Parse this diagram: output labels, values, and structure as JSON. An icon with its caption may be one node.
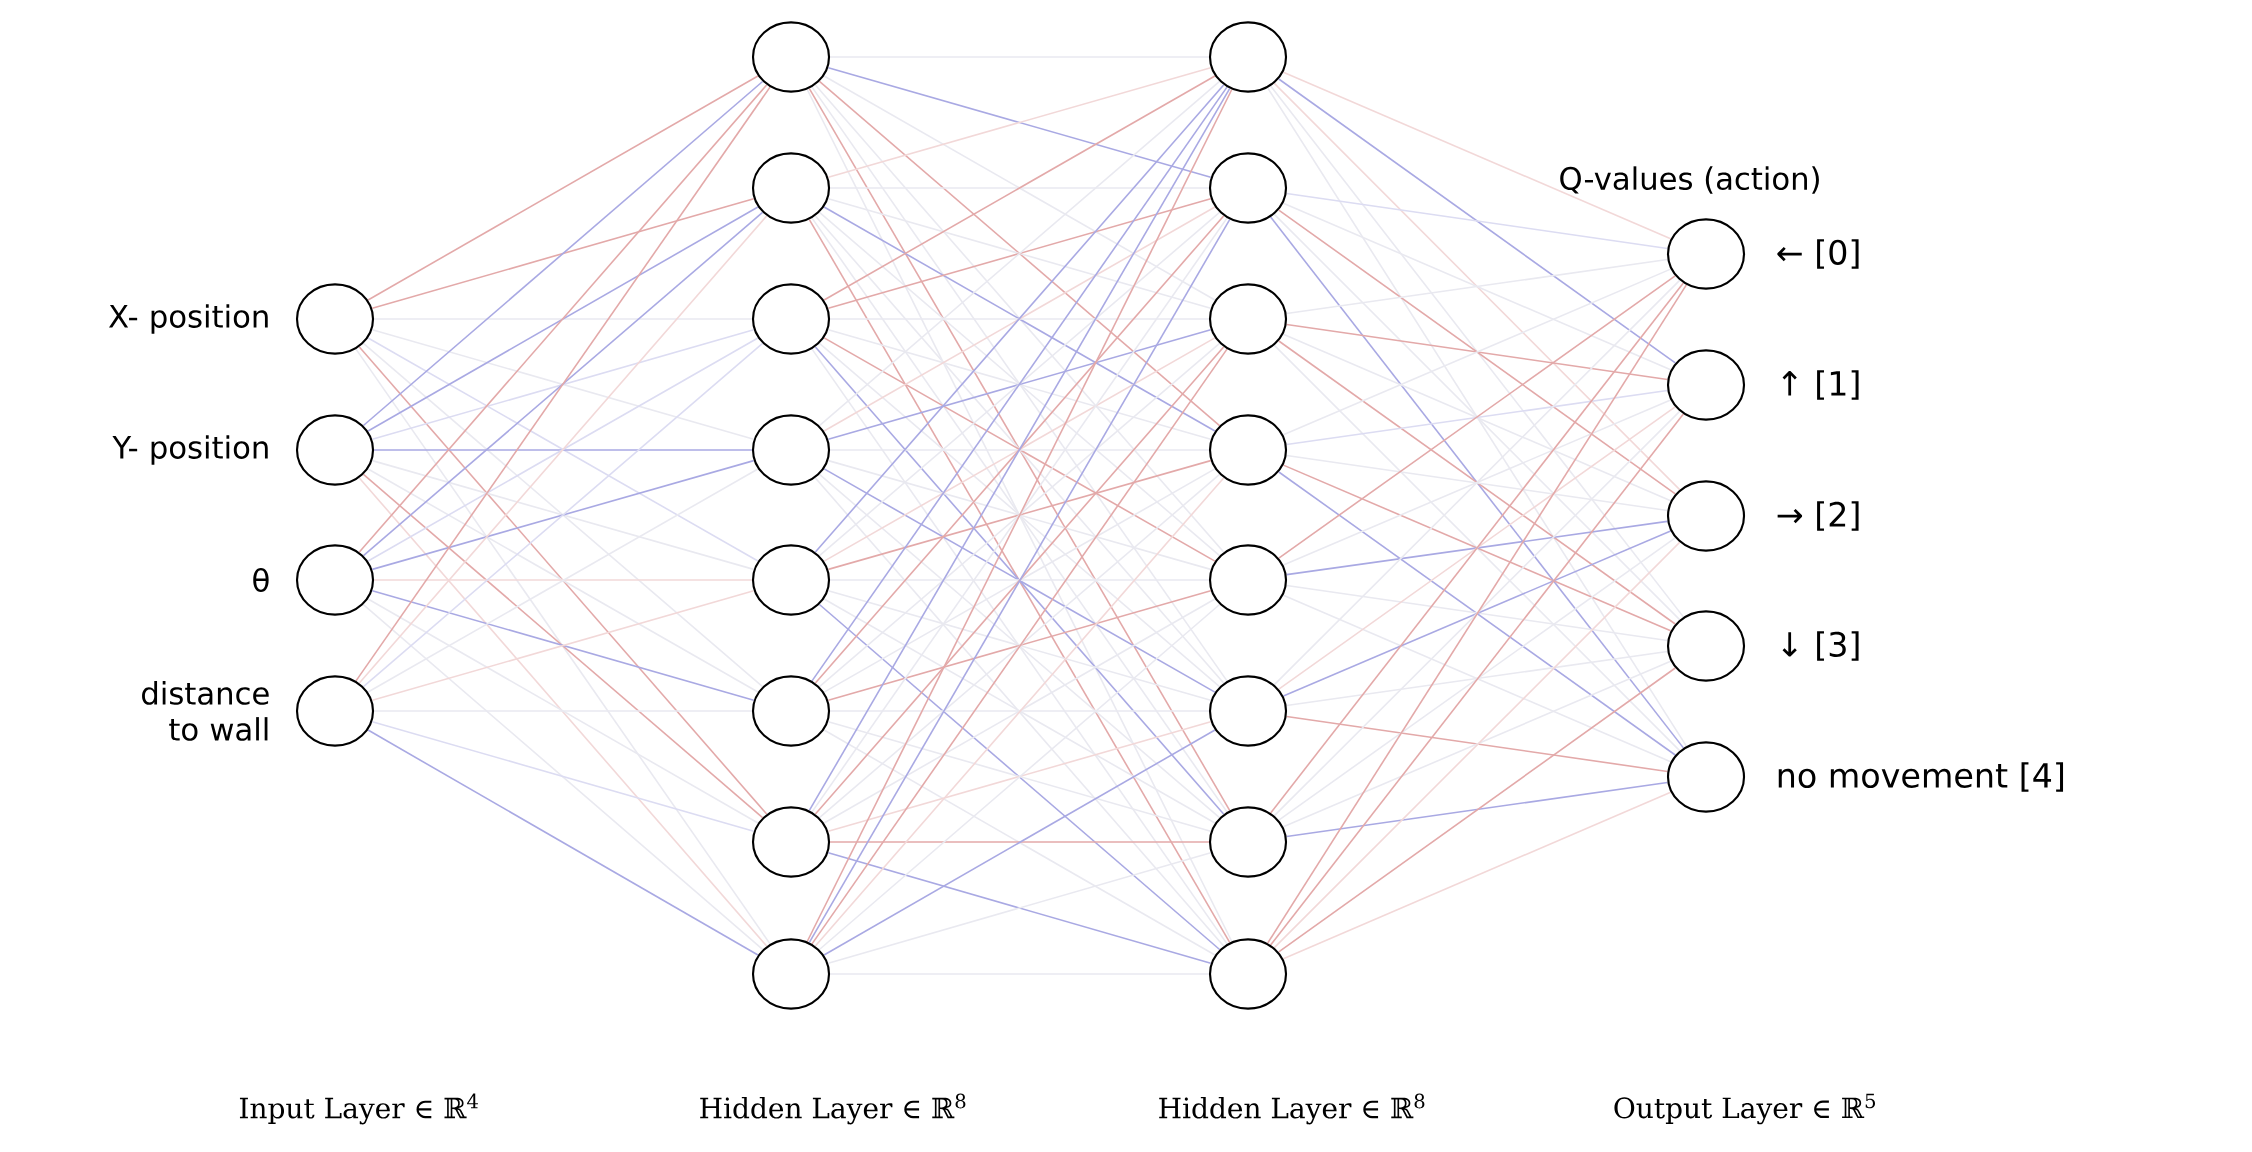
{
  "diagram": {
    "nodes": [
      {
        "text": [],
        "shape": "circle",
        "beside": [
          "X- position"
        ]
      },
      {
        "text": [],
        "shape": "circle",
        "beside": [
          "Y- position"
        ]
      },
      {
        "text": [],
        "shape": "circle",
        "beside": [
          "θ"
        ]
      },
      {
        "text": [],
        "shape": "circle",
        "beside": [
          "distance to wall"
        ]
      },
      {
        "text": [],
        "shape": "circle"
      },
      {
        "text": [],
        "shape": "circle"
      },
      {
        "text": [],
        "shape": "circle"
      },
      {
        "text": [],
        "shape": "circle"
      },
      {
        "text": [],
        "shape": "circle"
      },
      {
        "text": [],
        "shape": "circle"
      },
      {
        "text": [],
        "shape": "circle"
      },
      {
        "text": [],
        "shape": "circle"
      },
      {
        "text": [],
        "shape": "circle"
      },
      {
        "text": [],
        "shape": "circle"
      },
      {
        "text": [],
        "shape": "circle"
      },
      {
        "text": [],
        "shape": "circle"
      },
      {
        "text": [],
        "shape": "circle"
      },
      {
        "text": [],
        "shape": "circle"
      },
      {
        "text": [],
        "shape": "circle"
      },
      {
        "text": [],
        "shape": "circle"
      },
      {
        "text": [],
        "shape": "circle",
        "beside": [
          "← [0]"
        ]
      },
      {
        "text": [],
        "shape": "circle",
        "beside": [
          "↑ [1]"
        ]
      },
      {
        "text": [],
        "shape": "circle",
        "beside": [
          "→ [2]"
        ]
      },
      {
        "text": [],
        "shape": "circle",
        "beside": [
          "↓ [3]"
        ]
      },
      {
        "text": [],
        "shape": "circle",
        "beside": [
          "no movement [4]"
        ]
      }
    ],
    "edges": [
      {
        "from": 0,
        "to": 4,
        "arrow": "none",
        "color": "#e3a9a9"
      },
      {
        "from": 0,
        "to": 5,
        "arrow": "none",
        "color": "#e3a9a9"
      },
      {
        "from": 0,
        "to": 6,
        "arrow": "none"
      },
      {
        "from": 0,
        "to": 7,
        "arrow": "none"
      },
      {
        "from": 0,
        "to": 8,
        "arrow": "none",
        "color": "#dcdcf2"
      },
      {
        "from": 0,
        "to": 9,
        "arrow": "none"
      },
      {
        "from": 0,
        "to": 10,
        "arrow": "none",
        "color": "#e3a9a9"
      },
      {
        "from": 0,
        "to": 11,
        "arrow": "none"
      },
      {
        "from": 1,
        "to": 4,
        "arrow": "none",
        "color": "#a9a9e3"
      },
      {
        "from": 1,
        "to": 5,
        "arrow": "none",
        "color": "#a9a9e3"
      },
      {
        "from": 1,
        "to": 6,
        "arrow": "none",
        "color": "#dcdcf2"
      },
      {
        "from": 1,
        "to": 7,
        "arrow": "none",
        "color": "#a9a9e3"
      },
      {
        "from": 1,
        "to": 8,
        "arrow": "none"
      },
      {
        "from": 1,
        "to": 9,
        "arrow": "none"
      },
      {
        "from": 1,
        "to": 10,
        "arrow": "none",
        "color": "#e3a9a9"
      },
      {
        "from": 1,
        "to": 11,
        "arrow": "none",
        "color": "#f2d8d8"
      },
      {
        "from": 2,
        "to": 4,
        "arrow": "none",
        "color": "#e3a9a9"
      },
      {
        "from": 2,
        "to": 5,
        "arrow": "none",
        "color": "#a9a9e3"
      },
      {
        "from": 2,
        "to": 6,
        "arrow": "none",
        "color": "#dcdcf2"
      },
      {
        "from": 2,
        "to": 7,
        "arrow": "none",
        "color": "#a9a9e3"
      },
      {
        "from": 2,
        "to": 8,
        "arrow": "none",
        "color": "#f2d8d8"
      },
      {
        "from": 2,
        "to": 9,
        "arrow": "none",
        "color": "#a9a9e3"
      },
      {
        "from": 2,
        "to": 10,
        "arrow": "none"
      },
      {
        "from": 2,
        "to": 11,
        "arrow": "none"
      },
      {
        "from": 3,
        "to": 4,
        "arrow": "none",
        "color": "#e3a9a9"
      },
      {
        "from": 3,
        "to": 5,
        "arrow": "none",
        "color": "#f2d8d8"
      },
      {
        "from": 3,
        "to": 6,
        "arrow": "none",
        "color": "#dcdcf2"
      },
      {
        "from": 3,
        "to": 7,
        "arrow": "none"
      },
      {
        "from": 3,
        "to": 8,
        "arrow": "none",
        "color": "#f2d8d8"
      },
      {
        "from": 3,
        "to": 9,
        "arrow": "none"
      },
      {
        "from": 3,
        "to": 10,
        "arrow": "none",
        "color": "#dcdcf2"
      },
      {
        "from": 3,
        "to": 11,
        "arrow": "none",
        "color": "#a9a9e3"
      },
      {
        "from": 4,
        "to": 12,
        "arrow": "none"
      },
      {
        "from": 4,
        "to": 13,
        "arrow": "none",
        "color": "#a9a9e3"
      },
      {
        "from": 4,
        "to": 14,
        "arrow": "none"
      },
      {
        "from": 4,
        "to": 15,
        "arrow": "none",
        "color": "#e3a9a9"
      },
      {
        "from": 4,
        "to": 16,
        "arrow": "none"
      },
      {
        "from": 4,
        "to": 17,
        "arrow": "none"
      },
      {
        "from": 4,
        "to": 18,
        "arrow": "none",
        "color": "#e3a9a9"
      },
      {
        "from": 4,
        "to": 19,
        "arrow": "none"
      },
      {
        "from": 5,
        "to": 12,
        "arrow": "none",
        "color": "#f2d8d8"
      },
      {
        "from": 5,
        "to": 13,
        "arrow": "none"
      },
      {
        "from": 5,
        "to": 14,
        "arrow": "none"
      },
      {
        "from": 5,
        "to": 15,
        "arrow": "none",
        "color": "#a9a9e3"
      },
      {
        "from": 5,
        "to": 16,
        "arrow": "none"
      },
      {
        "from": 5,
        "to": 17,
        "arrow": "none"
      },
      {
        "from": 5,
        "to": 18,
        "arrow": "none"
      },
      {
        "from": 5,
        "to": 19,
        "arrow": "none",
        "color": "#e3a9a9"
      },
      {
        "from": 6,
        "to": 12,
        "arrow": "none",
        "color": "#e3a9a9"
      },
      {
        "from": 6,
        "to": 13,
        "arrow": "none",
        "color": "#e3a9a9"
      },
      {
        "from": 6,
        "to": 14,
        "arrow": "none"
      },
      {
        "from": 6,
        "to": 15,
        "arrow": "none"
      },
      {
        "from": 6,
        "to": 16,
        "arrow": "none",
        "color": "#e3a9a9"
      },
      {
        "from": 6,
        "to": 17,
        "arrow": "none"
      },
      {
        "from": 6,
        "to": 18,
        "arrow": "none",
        "color": "#a9a9e3"
      },
      {
        "from": 6,
        "to": 19,
        "arrow": "none"
      },
      {
        "from": 7,
        "to": 12,
        "arrow": "none"
      },
      {
        "from": 7,
        "to": 13,
        "arrow": "none",
        "color": "#f2d8d8"
      },
      {
        "from": 7,
        "to": 14,
        "arrow": "none",
        "color": "#a9a9e3"
      },
      {
        "from": 7,
        "to": 15,
        "arrow": "none"
      },
      {
        "from": 7,
        "to": 16,
        "arrow": "none"
      },
      {
        "from": 7,
        "to": 17,
        "arrow": "none",
        "color": "#a9a9e3"
      },
      {
        "from": 7,
        "to": 18,
        "arrow": "none"
      },
      {
        "from": 7,
        "to": 19,
        "arrow": "none"
      },
      {
        "from": 8,
        "to": 12,
        "arrow": "none",
        "color": "#a9a9e3"
      },
      {
        "from": 8,
        "to": 13,
        "arrow": "none"
      },
      {
        "from": 8,
        "to": 14,
        "arrow": "none",
        "color": "#f2d8d8"
      },
      {
        "from": 8,
        "to": 15,
        "arrow": "none",
        "color": "#e3a9a9"
      },
      {
        "from": 8,
        "to": 16,
        "arrow": "none"
      },
      {
        "from": 8,
        "to": 17,
        "arrow": "none"
      },
      {
        "from": 8,
        "to": 18,
        "arrow": "none"
      },
      {
        "from": 8,
        "to": 19,
        "arrow": "none",
        "color": "#a9a9e3"
      },
      {
        "from": 9,
        "to": 12,
        "arrow": "none",
        "color": "#a9a9e3"
      },
      {
        "from": 9,
        "to": 13,
        "arrow": "none",
        "color": "#e3a9a9"
      },
      {
        "from": 9,
        "to": 14,
        "arrow": "none"
      },
      {
        "from": 9,
        "to": 15,
        "arrow": "none"
      },
      {
        "from": 9,
        "to": 16,
        "arrow": "none",
        "color": "#e3a9a9"
      },
      {
        "from": 9,
        "to": 17,
        "arrow": "none"
      },
      {
        "from": 9,
        "to": 18,
        "arrow": "none"
      },
      {
        "from": 9,
        "to": 19,
        "arrow": "none"
      },
      {
        "from": 10,
        "to": 12,
        "arrow": "none",
        "color": "#a9a9e3"
      },
      {
        "from": 10,
        "to": 13,
        "arrow": "none"
      },
      {
        "from": 10,
        "to": 14,
        "arrow": "none",
        "color": "#e3a9a9"
      },
      {
        "from": 10,
        "to": 15,
        "arrow": "none"
      },
      {
        "from": 10,
        "to": 16,
        "arrow": "none"
      },
      {
        "from": 10,
        "to": 17,
        "arrow": "none",
        "color": "#f2d8d8"
      },
      {
        "from": 10,
        "to": 18,
        "arrow": "none",
        "color": "#e3a9a9"
      },
      {
        "from": 10,
        "to": 19,
        "arrow": "none",
        "color": "#a9a9e3"
      },
      {
        "from": 11,
        "to": 12,
        "arrow": "none",
        "color": "#e3a9a9"
      },
      {
        "from": 11,
        "to": 13,
        "arrow": "none",
        "color": "#a9a9e3"
      },
      {
        "from": 11,
        "to": 14,
        "arrow": "none",
        "color": "#e3a9a9"
      },
      {
        "from": 11,
        "to": 15,
        "arrow": "none",
        "color": "#f2d8d8"
      },
      {
        "from": 11,
        "to": 16,
        "arrow": "none"
      },
      {
        "from": 11,
        "to": 17,
        "arrow": "none",
        "color": "#a9a9e3"
      },
      {
        "from": 11,
        "to": 18,
        "arrow": "none"
      },
      {
        "from": 11,
        "to": 19,
        "arrow": "none"
      },
      {
        "from": 12,
        "to": 20,
        "arrow": "none",
        "color": "#f2d8d8"
      },
      {
        "from": 12,
        "to": 21,
        "arrow": "none",
        "color": "#a9a9e3"
      },
      {
        "from": 12,
        "to": 22,
        "arrow": "none",
        "color": "#f2d8d8"
      },
      {
        "from": 12,
        "to": 23,
        "arrow": "none"
      },
      {
        "from": 12,
        "to": 24,
        "arrow": "none"
      },
      {
        "from": 13,
        "to": 20,
        "arrow": "none",
        "color": "#dcdcf2"
      },
      {
        "from": 13,
        "to": 21,
        "arrow": "none"
      },
      {
        "from": 13,
        "to": 22,
        "arrow": "none",
        "color": "#e3a9a9"
      },
      {
        "from": 13,
        "to": 23,
        "arrow": "none"
      },
      {
        "from": 13,
        "to": 24,
        "arrow": "none",
        "color": "#a9a9e3"
      },
      {
        "from": 14,
        "to": 20,
        "arrow": "none"
      },
      {
        "from": 14,
        "to": 21,
        "arrow": "none",
        "color": "#e3a9a9"
      },
      {
        "from": 14,
        "to": 22,
        "arrow": "none"
      },
      {
        "from": 14,
        "to": 23,
        "arrow": "none",
        "color": "#e3a9a9"
      },
      {
        "from": 14,
        "to": 24,
        "arrow": "none"
      },
      {
        "from": 15,
        "to": 20,
        "arrow": "none"
      },
      {
        "from": 15,
        "to": 21,
        "arrow": "none",
        "color": "#dcdcf2"
      },
      {
        "from": 15,
        "to": 22,
        "arrow": "none"
      },
      {
        "from": 15,
        "to": 23,
        "arrow": "none",
        "color": "#e3a9a9"
      },
      {
        "from": 15,
        "to": 24,
        "arrow": "none",
        "color": "#a9a9e3"
      },
      {
        "from": 16,
        "to": 20,
        "arrow": "none",
        "color": "#e3a9a9"
      },
      {
        "from": 16,
        "to": 21,
        "arrow": "none"
      },
      {
        "from": 16,
        "to": 22,
        "arrow": "none",
        "color": "#a9a9e3"
      },
      {
        "from": 16,
        "to": 23,
        "arrow": "none"
      },
      {
        "from": 16,
        "to": 24,
        "arrow": "none"
      },
      {
        "from": 17,
        "to": 20,
        "arrow": "none"
      },
      {
        "from": 17,
        "to": 21,
        "arrow": "none",
        "color": "#f2d8d8"
      },
      {
        "from": 17,
        "to": 22,
        "arrow": "none",
        "color": "#a9a9e3"
      },
      {
        "from": 17,
        "to": 23,
        "arrow": "none"
      },
      {
        "from": 17,
        "to": 24,
        "arrow": "none",
        "color": "#e3a9a9"
      },
      {
        "from": 18,
        "to": 20,
        "arrow": "none",
        "color": "#e3a9a9"
      },
      {
        "from": 18,
        "to": 21,
        "arrow": "none"
      },
      {
        "from": 18,
        "to": 22,
        "arrow": "none"
      },
      {
        "from": 18,
        "to": 23,
        "arrow": "none"
      },
      {
        "from": 18,
        "to": 24,
        "arrow": "none",
        "color": "#a9a9e3"
      },
      {
        "from": 19,
        "to": 20,
        "arrow": "none",
        "color": "#e3a9a9"
      },
      {
        "from": 19,
        "to": 21,
        "arrow": "none",
        "color": "#e3a9a9"
      },
      {
        "from": 19,
        "to": 22,
        "arrow": "none",
        "color": "#f2d8d8"
      },
      {
        "from": 19,
        "to": 23,
        "arrow": "none",
        "color": "#e3a9a9"
      },
      {
        "from": 19,
        "to": 24,
        "arrow": "none",
        "color": "#f2d8d8"
      }
    ],
    "labels": [
      "Q-values (action)",
      "Input Layer ∈ ℝ$^{4}$",
      "Hidden Layer ∈ ℝ$^{8}$",
      "Hidden Layer ∈ ℝ$^{8}$",
      "Output Layer ∈ ℝ$^{5}$"
    ]
  }
}
